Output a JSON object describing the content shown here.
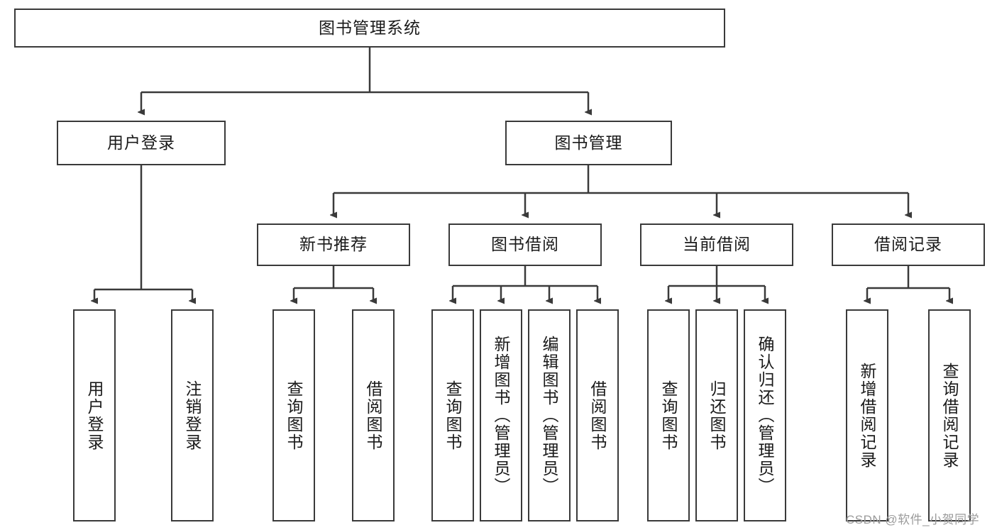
{
  "diagram": {
    "title_text": "图书管理系统",
    "stroke_color": "#3a3a3a",
    "text_color": "#1a1a1a",
    "background_color": "#ffffff"
  },
  "root": {
    "label": "图书管理系统"
  },
  "level2": [
    {
      "label": "用户登录"
    },
    {
      "label": "图书管理"
    }
  ],
  "level3": [
    {
      "label": "新书推荐"
    },
    {
      "label": "图书借阅"
    },
    {
      "label": "当前借阅"
    },
    {
      "label": "借阅记录"
    }
  ],
  "leaves": {
    "user_login": [
      {
        "label": "用户登录"
      },
      {
        "label": "注销登录"
      }
    ],
    "new_book_recommend": [
      {
        "label": "查询图书"
      },
      {
        "label": "借阅图书"
      }
    ],
    "book_borrow": [
      {
        "label": "查询图书"
      },
      {
        "label": "新增图书（管理员）"
      },
      {
        "label": "编辑图书（管理员）"
      },
      {
        "label": "借阅图书"
      }
    ],
    "current_borrow": [
      {
        "label": "查询图书"
      },
      {
        "label": "归还图书"
      },
      {
        "label": "确认归还（管理员）"
      }
    ],
    "borrow_record": [
      {
        "label": "新增借阅记录"
      },
      {
        "label": "查询借阅记录"
      }
    ]
  },
  "watermark": {
    "text": "CSDN @软件_小贺同学"
  }
}
